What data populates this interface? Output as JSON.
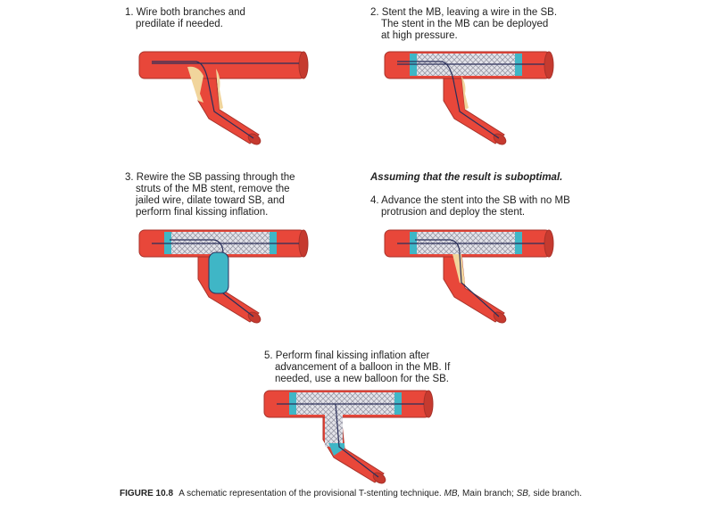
{
  "steps": [
    {
      "lines": [
        "1. Wire both branches and",
        "predilate if needed."
      ]
    },
    {
      "lines": [
        "2. Stent the MB, leaving a wire in the SB.",
        "The stent in the MB can be deployed",
        "at high pressure."
      ]
    },
    {
      "lines": [
        "3. Rewire the SB passing through the",
        "struts of the MB stent, remove the",
        "jailed wire, dilate toward SB, and",
        "perform final kissing inflation."
      ]
    },
    {
      "lines": [
        "4. Advance the stent into the SB with no MB",
        "protrusion and deploy the stent."
      ]
    },
    {
      "lines": [
        "5. Perform final kissing inflation after",
        "advancement of a balloon in the MB. If",
        "needed, use a new balloon for the SB."
      ]
    }
  ],
  "note": "Assuming that the result is suboptimal.",
  "caption": {
    "label": "FIGURE 10.8",
    "text": "A schematic representation of the provisional T-stenting technique.",
    "mb": "MB,",
    "mb_text": "Main branch;",
    "sb": "SB,",
    "sb_text": "side branch."
  },
  "colors": {
    "vessel": "#e8473a",
    "outline": "#a8322a",
    "plaque": "#f1d59c",
    "marker": "#3fb6c6",
    "stent": "#cfcfd6",
    "wire": "#2a2f5a"
  }
}
